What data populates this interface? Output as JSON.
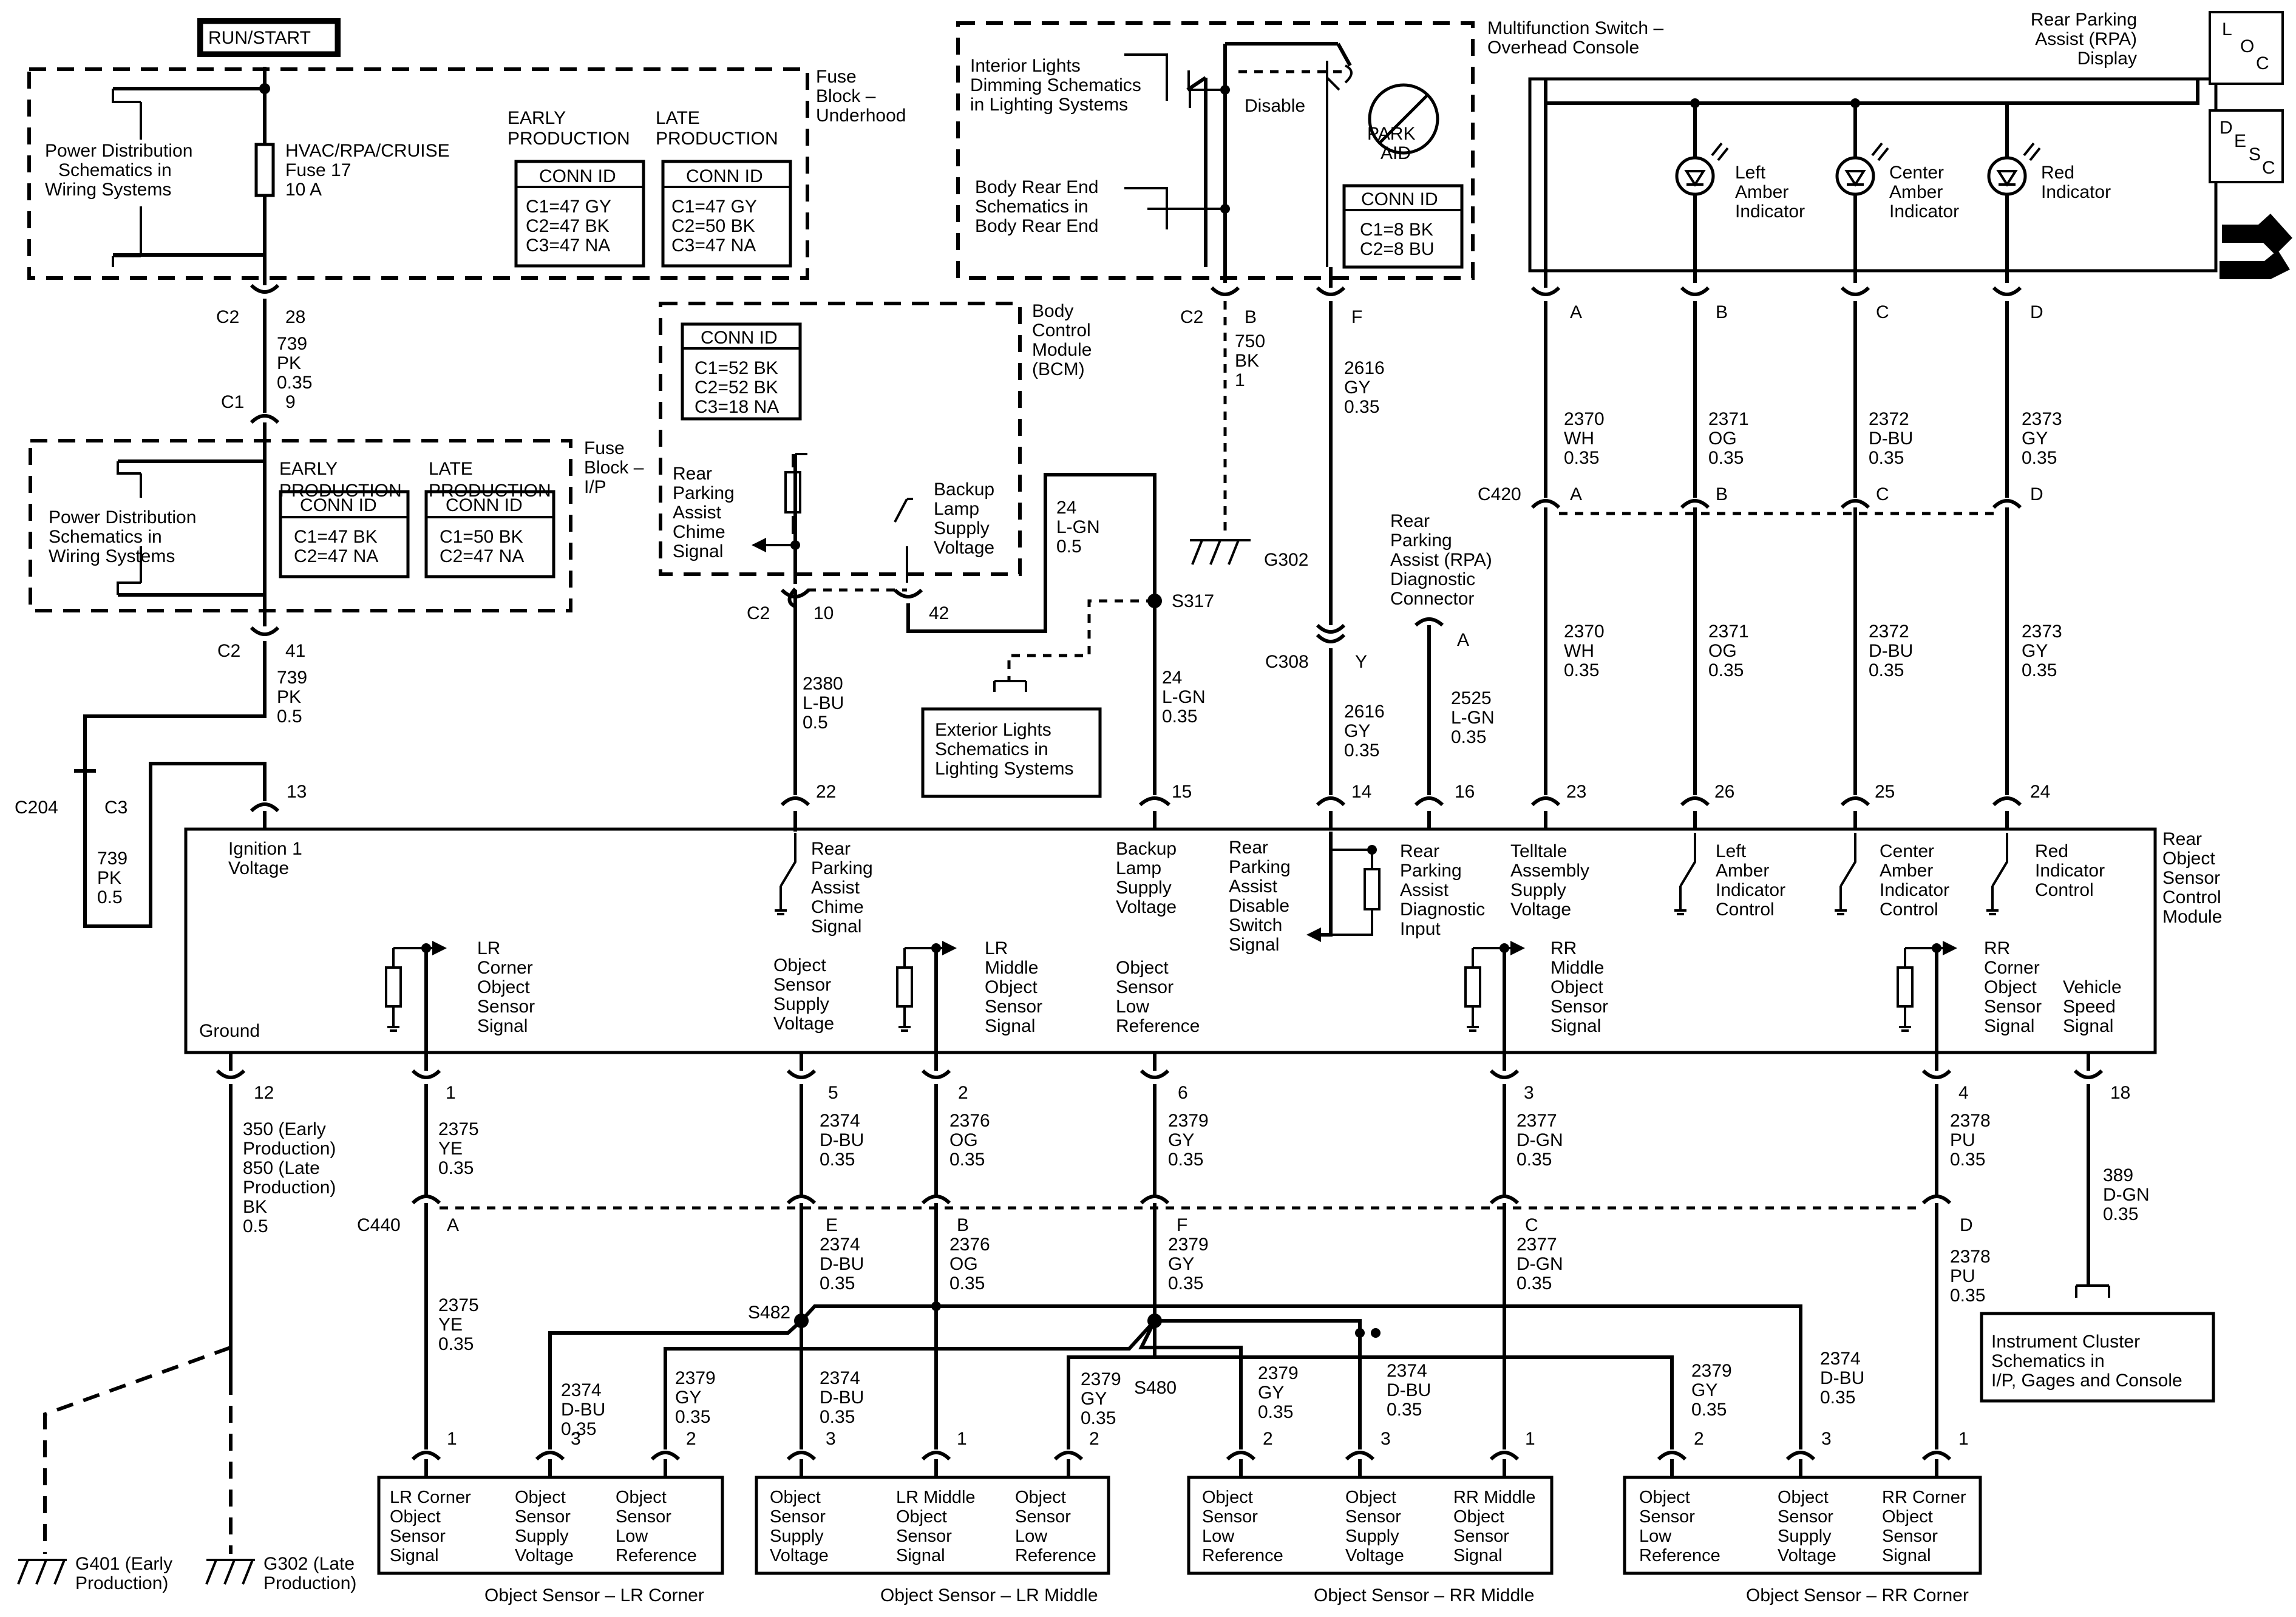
{
  "power": {
    "run_start": "RUN/START"
  },
  "fuse_block_underhood": {
    "title": [
      "Fuse",
      "Block –",
      "Underhood"
    ],
    "power_dist": [
      "Power Distribution",
      "Schematics in",
      "Wiring Systems"
    ],
    "fuse": [
      "HVAC/RPA/CRUISE",
      "Fuse 17",
      "10 A"
    ],
    "early_label": [
      "EARLY",
      "PRODUCTION"
    ],
    "late_label": [
      "LATE",
      "PRODUCTION"
    ],
    "early_conn": [
      "CONN ID",
      "C1=47 GY",
      "C2=47 BK",
      "C3=47 NA"
    ],
    "late_conn": [
      "CONN ID",
      "C1=47 GY",
      "C2=50 BK",
      "C3=47 NA"
    ]
  },
  "fuse_block_ip": {
    "title": [
      "Fuse",
      "Block –",
      "I/P"
    ],
    "power_dist": [
      "Power Distribution",
      "Schematics in",
      "Wiring Systems"
    ],
    "early_label": [
      "EARLY",
      "PRODUCTION"
    ],
    "late_label": [
      "LATE",
      "PRODUCTION"
    ],
    "early_conn": [
      "CONN ID",
      "C1=47 BK",
      "C2=47 NA"
    ],
    "late_conn": [
      "CONN ID",
      "C1=50 BK",
      "C2=47 NA"
    ]
  },
  "bcm": {
    "title": [
      "Body",
      "Control",
      "Module",
      "(BCM)"
    ],
    "conn": [
      "CONN ID",
      "C1=52 BK",
      "C2=52 BK",
      "C3=18 NA"
    ],
    "chime": [
      "Rear",
      "Parking",
      "Assist",
      "Chime",
      "Signal"
    ],
    "backup": [
      "Backup",
      "Lamp",
      "Supply",
      "Voltage"
    ]
  },
  "multifunction_switch": {
    "title": [
      "Multifunction Switch –",
      "Overhead Console"
    ],
    "interior": [
      "Interior Lights",
      "Dimming Schematics",
      "in Lighting Systems"
    ],
    "body_rear": [
      "Body Rear End",
      "Schematics in",
      "Body Rear End"
    ],
    "disable": "Disable",
    "park_aid": [
      "PARK",
      "AID"
    ],
    "conn": [
      "CONN ID",
      "C1=8 BK",
      "C2=8 BU"
    ]
  },
  "rpa_display": {
    "title": [
      "Rear Parking",
      "Assist (RPA)",
      "Display"
    ],
    "left": [
      "Left",
      "Amber",
      "Indicator"
    ],
    "center": [
      "Center",
      "Amber",
      "Indicator"
    ],
    "red": [
      "Red",
      "Indicator"
    ]
  },
  "nav_icons": {
    "loc": [
      "L",
      "O",
      "C"
    ],
    "desc": [
      "D",
      "E",
      "S",
      "C"
    ]
  },
  "wires_top": {
    "c2_28": [
      "C2",
      "28"
    ],
    "w739a": [
      "739",
      "PK",
      "0.35"
    ],
    "c1_9": [
      "C1",
      "9"
    ],
    "c2_41": [
      "C2",
      "41"
    ],
    "w739b": [
      "739",
      "PK",
      "0.5"
    ],
    "c204": [
      "C204",
      "C3"
    ],
    "w739c": [
      "739",
      "PK",
      "0.5"
    ],
    "c2_10": [
      "C2",
      "10"
    ],
    "p42": "42",
    "w24a": [
      "24",
      "L-GN",
      "0.5"
    ],
    "s317": "S317",
    "ext_lights": [
      "Exterior Lights",
      "Schematics in",
      "Lighting Systems"
    ],
    "w24b": [
      "24",
      "L-GN",
      "0.35"
    ],
    "w2380": [
      "2380",
      "L-BU",
      "0.5"
    ],
    "c2_b": [
      "C2",
      "B"
    ],
    "w750": [
      "750",
      "BK",
      "1"
    ],
    "g302": "G302",
    "f": "F",
    "w2616a": [
      "2616",
      "GY",
      "0.35"
    ],
    "c308": [
      "C308",
      "Y"
    ],
    "w2616b": [
      "2616",
      "GY",
      "0.35"
    ],
    "diag_conn": [
      "Rear",
      "Parking",
      "Assist (RPA)",
      "Diagnostic",
      "Connector"
    ],
    "diag_a": "A",
    "w2525": [
      "2525",
      "L-GN",
      "0.35"
    ],
    "pins_abcd": [
      "A",
      "B",
      "C",
      "D"
    ],
    "c420": "C420",
    "w2370": [
      "2370",
      "WH",
      "0.35"
    ],
    "w2371": [
      "2371",
      "OG",
      "0.35"
    ],
    "w2372": [
      "2372",
      "D-BU",
      "0.35"
    ],
    "w2373": [
      "2373",
      "GY",
      "0.35"
    ]
  },
  "module": {
    "title": [
      "Rear",
      "Object",
      "Sensor",
      "Control",
      "Module"
    ],
    "pins_top": [
      "13",
      "22",
      "15",
      "14",
      "16",
      "23",
      "26",
      "25",
      "24"
    ],
    "ignition": [
      "Ignition 1",
      "Voltage"
    ],
    "chime": [
      "Rear",
      "Parking",
      "Assist",
      "Chime",
      "Signal"
    ],
    "backup": [
      "Backup",
      "Lamp",
      "Supply",
      "Voltage"
    ],
    "disable": [
      "Rear",
      "Parking",
      "Assist",
      "Disable",
      "Switch",
      "Signal"
    ],
    "diag": [
      "Rear",
      "Parking",
      "Assist",
      "Diagnostic",
      "Input"
    ],
    "telltale": [
      "Telltale",
      "Assembly",
      "Supply",
      "Voltage"
    ],
    "left_ctrl": [
      "Left",
      "Amber",
      "Indicator",
      "Control"
    ],
    "center_ctrl": [
      "Center",
      "Amber",
      "Indicator",
      "Control"
    ],
    "red_ctrl": [
      "Red",
      "Indicator",
      "Control"
    ],
    "ground": "Ground",
    "lr_corner": [
      "LR",
      "Corner",
      "Object",
      "Sensor",
      "Signal"
    ],
    "obj_supply": [
      "Object",
      "Sensor",
      "Supply",
      "Voltage"
    ],
    "lr_middle": [
      "LR",
      "Middle",
      "Object",
      "Sensor",
      "Signal"
    ],
    "obj_low": [
      "Object",
      "Sensor",
      "Low",
      "Reference"
    ],
    "rr_middle": [
      "RR",
      "Middle",
      "Object",
      "Sensor",
      "Signal"
    ],
    "rr_corner": [
      "RR",
      "Corner",
      "Object",
      "Sensor",
      "Signal"
    ],
    "vss": [
      "Vehicle",
      "Speed",
      "Signal"
    ],
    "pins_bottom": [
      "12",
      "1",
      "5",
      "2",
      "6",
      "3",
      "4",
      "18"
    ]
  },
  "wires_bottom": {
    "w350": [
      "350 (Early",
      "Production)",
      "850 (Late",
      "Production)",
      "BK",
      "0.5"
    ],
    "w2375a": [
      "2375",
      "YE",
      "0.35"
    ],
    "w2374a": [
      "2374",
      "D-BU",
      "0.35"
    ],
    "w2376a": [
      "2376",
      "OG",
      "0.35"
    ],
    "w2379a": [
      "2379",
      "GY",
      "0.35"
    ],
    "w2377a": [
      "2377",
      "D-GN",
      "0.35"
    ],
    "w2378a": [
      "2378",
      "PU",
      "0.35"
    ],
    "w389": [
      "389",
      "D-GN",
      "0.35"
    ],
    "c440": "C440",
    "c440_pins": [
      "A",
      "E",
      "B",
      "F",
      "C",
      "D"
    ],
    "w2374b": [
      "2374",
      "D-BU",
      "0.35"
    ],
    "w2376b": [
      "2376",
      "OG",
      "0.35"
    ],
    "w2379b": [
      "2379",
      "GY",
      "0.35"
    ],
    "w2377b": [
      "2377",
      "D-GN",
      "0.35"
    ],
    "w2378b": [
      "2378",
      "PU",
      "0.35"
    ],
    "w2375b": [
      "2375",
      "YE",
      "0.35"
    ],
    "s482": "S482",
    "s480": "S480",
    "ic": [
      "Instrument Cluster",
      "Schematics in",
      "I/P, Gages and Console"
    ],
    "w2374_lrc": [
      "2374",
      "D-BU",
      "0.35"
    ],
    "w2379_lrc": [
      "2379",
      "GY",
      "0.35"
    ],
    "w2374_lrm": [
      "2374",
      "D-BU",
      "0.35"
    ],
    "w2379_lrm": [
      "2379",
      "GY",
      "0.35"
    ],
    "w2379_rrm": [
      "2379",
      "GY",
      "0.35"
    ],
    "w2374_rrm": [
      "2374",
      "D-BU",
      "0.35"
    ],
    "w2379_rrc": [
      "2379",
      "GY",
      "0.35"
    ],
    "w2374_rrc": [
      "2374",
      "D-BU",
      "0.35"
    ],
    "g401": [
      "G401 (Early",
      "Production)"
    ],
    "g302": [
      "G302 (Late",
      "Production)"
    ]
  },
  "sensors": {
    "lr_corner": {
      "title": "Object Sensor – LR Corner",
      "pins": [
        "1",
        "3",
        "2"
      ],
      "labels": [
        [
          "LR Corner",
          "Object",
          "Sensor",
          "Signal"
        ],
        [
          "Object",
          "Sensor",
          "Supply",
          "Voltage"
        ],
        [
          "Object",
          "Sensor",
          "Low",
          "Reference"
        ]
      ]
    },
    "lr_middle": {
      "title": "Object Sensor – LR Middle",
      "pins": [
        "3",
        "1",
        "2"
      ],
      "labels": [
        [
          "Object",
          "Sensor",
          "Supply",
          "Voltage"
        ],
        [
          "LR Middle",
          "Object",
          "Sensor",
          "Signal"
        ],
        [
          "Object",
          "Sensor",
          "Low",
          "Reference"
        ]
      ]
    },
    "rr_middle": {
      "title": "Object Sensor – RR Middle",
      "pins": [
        "2",
        "3",
        "1"
      ],
      "labels": [
        [
          "Object",
          "Sensor",
          "Low",
          "Reference"
        ],
        [
          "Object",
          "Sensor",
          "Supply",
          "Voltage"
        ],
        [
          "RR Middle",
          "Object",
          "Sensor",
          "Signal"
        ]
      ]
    },
    "rr_corner": {
      "title": "Object Sensor – RR Corner",
      "pins": [
        "2",
        "3",
        "1"
      ],
      "labels": [
        [
          "Object",
          "Sensor",
          "Low",
          "Reference"
        ],
        [
          "Object",
          "Sensor",
          "Supply",
          "Voltage"
        ],
        [
          "RR Corner",
          "Object",
          "Sensor",
          "Signal"
        ]
      ]
    }
  }
}
